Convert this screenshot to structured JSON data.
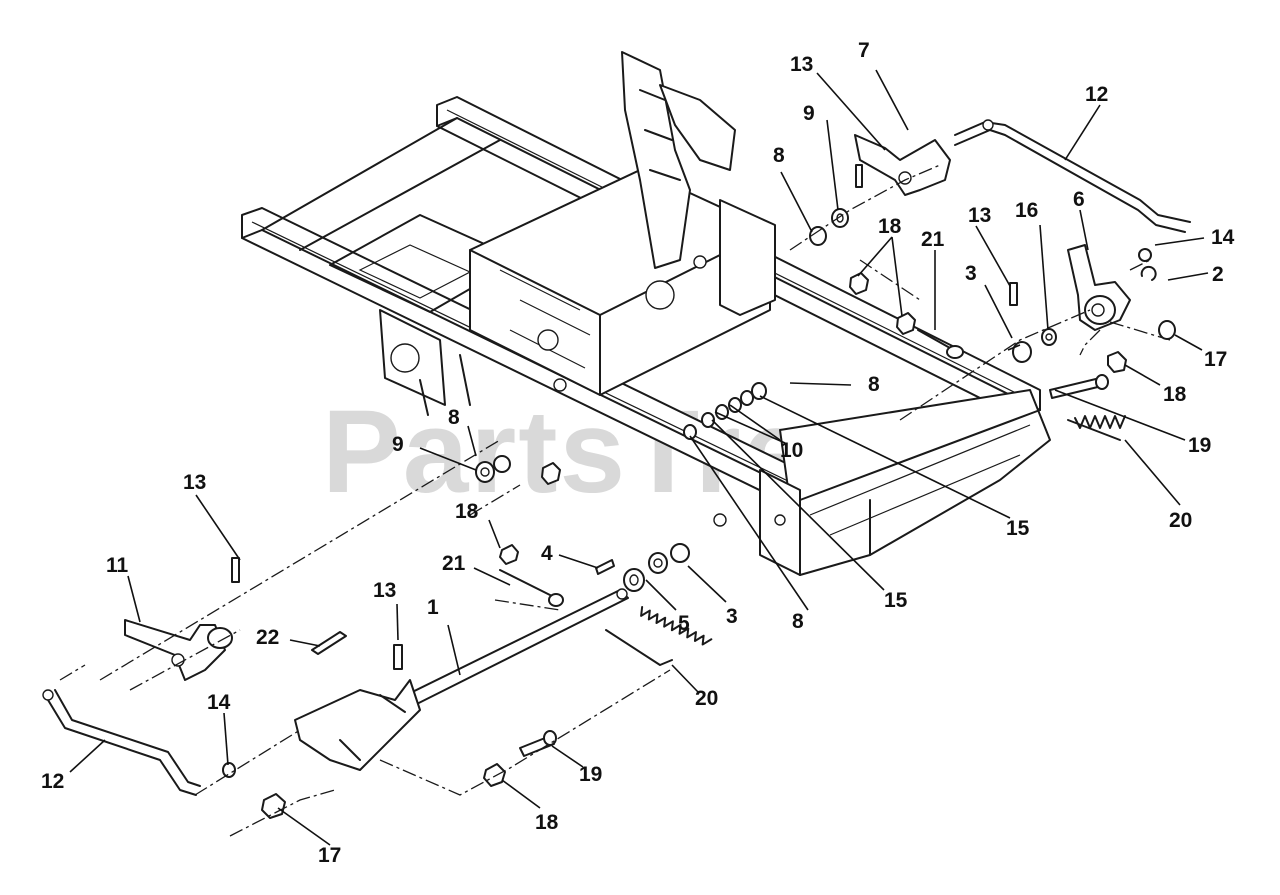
{
  "watermark": "PartsTree",
  "callouts": {
    "c1": "1",
    "c2": "2",
    "c3a": "3",
    "c3b": "3",
    "c4": "4",
    "c5": "5",
    "c6": "6",
    "c7": "7",
    "c8a": "8",
    "c8b": "8",
    "c8c": "8",
    "c8d": "8",
    "c9a": "9",
    "c9b": "9",
    "c10": "10",
    "c11": "11",
    "c12a": "12",
    "c12b": "12",
    "c13a": "13",
    "c13b": "13",
    "c13c": "13",
    "c13d": "13",
    "c14a": "14",
    "c14b": "14",
    "c15a": "15",
    "c15b": "15",
    "c16": "16",
    "c17a": "17",
    "c17b": "17",
    "c18a": "18",
    "c18b": "18",
    "c18c": "18",
    "c18d": "18",
    "c19a": "19",
    "c19b": "19",
    "c20a": "20",
    "c20b": "20",
    "c21a": "21",
    "c21b": "21",
    "c22": "22"
  }
}
